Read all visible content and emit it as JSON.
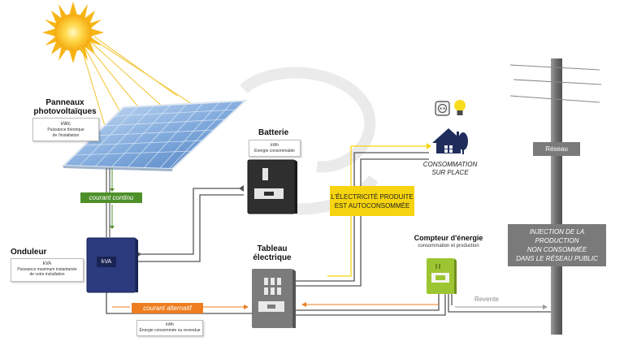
{
  "panels": {
    "title_line1": "Panneaux",
    "title_line2": "photovoltaïques",
    "unit": "kWc",
    "desc_line1": "Puissance théorique",
    "desc_line2": "de l'installation"
  },
  "battery": {
    "title": "Batterie",
    "unit": "kWh",
    "desc": "Énergie consommable"
  },
  "inverter": {
    "title": "Onduleur",
    "unit": "kVA",
    "desc_line1": "Puissance maximum instantanée",
    "desc_line2": "de votre installation",
    "screen_label": "kVA"
  },
  "panel_board": {
    "title_line1": "Tableau",
    "title_line2": "électrique"
  },
  "meter": {
    "title": "Compteur d'énergie",
    "subtitle": "consommation et production"
  },
  "consumption": {
    "line1": "CONSOMMATION",
    "line2": "SUR PLACE"
  },
  "self_consumed": {
    "line1": "L'ÉLECTRICITÉ PRODUITE",
    "line2": "EST AUTOCONSOMMÉE"
  },
  "dc_label": "courant continu",
  "ac_label": "courant alternatif",
  "ac_info": {
    "unit": "kWh",
    "desc": "Énergie consommée ou revendue"
  },
  "resale_label": "Revente",
  "grid_label": "Réseau",
  "injection": {
    "line1": "INJECTION DE LA PRODUCTION",
    "line2": "NON CONSOMMÉE",
    "line3": "DANS LE RÉSEAU PUBLIC"
  },
  "colors": {
    "dc_green": "#4e8f2a",
    "ac_orange": "#ee7d1f",
    "highlight_yellow": "#f6d40f",
    "grid_gray": "#7a7a7a",
    "inverter_blue": "#2c3a7e",
    "meter_green": "#9dc531",
    "house_navy": "#1f2d5c"
  }
}
